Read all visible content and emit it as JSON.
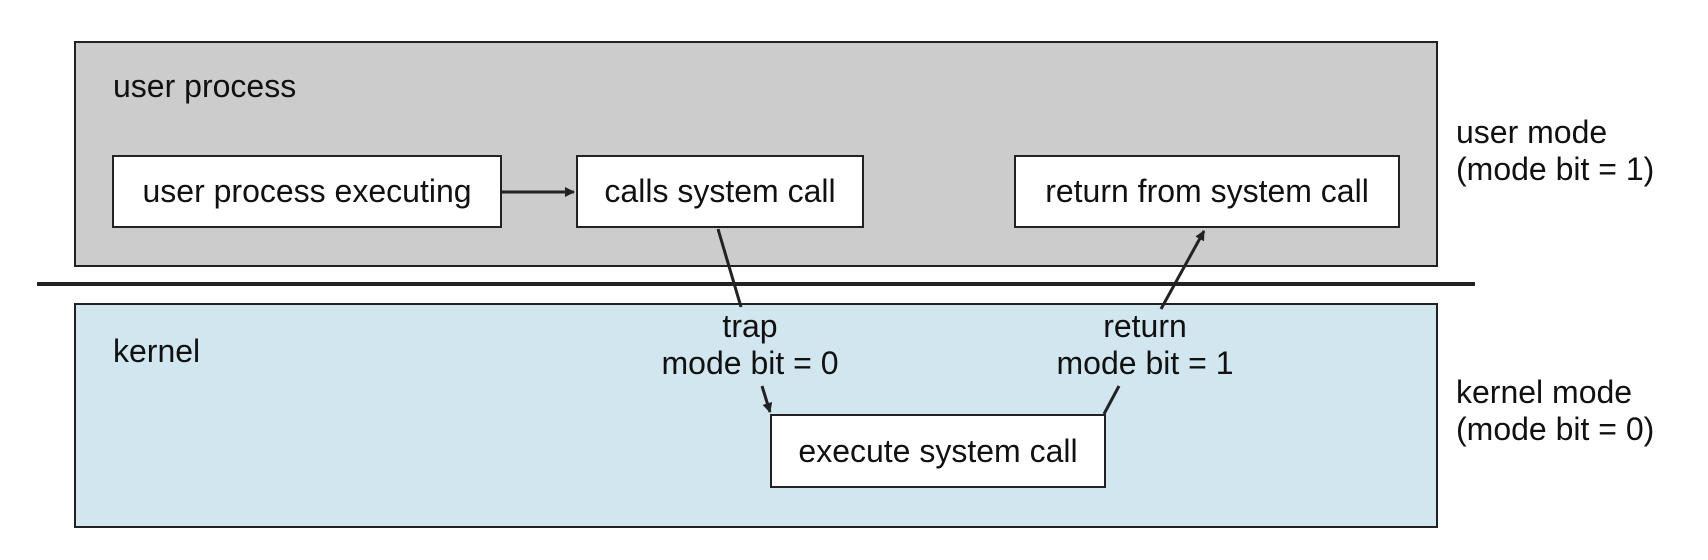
{
  "regions": {
    "user": {
      "title": "user process",
      "fill": "#cccccc"
    },
    "kernel": {
      "title": "kernel",
      "fill": "#d2e6ef"
    }
  },
  "boxes": {
    "user_executing": "user process executing",
    "calls_system_call": "calls system call",
    "return_from_system_call": "return from system call",
    "execute_system_call": "execute system call"
  },
  "transitions": {
    "trap": {
      "line1": "trap",
      "line2": "mode bit = 0"
    },
    "return": {
      "line1": "return",
      "line2": "mode bit = 1"
    }
  },
  "modes": {
    "user": {
      "line1": "user mode",
      "line2": "(mode bit = 1)"
    },
    "kernel": {
      "line1": "kernel mode",
      "line2": "(mode bit = 0)"
    }
  },
  "colors": {
    "stroke": "#222222",
    "box_fill": "#ffffff"
  }
}
